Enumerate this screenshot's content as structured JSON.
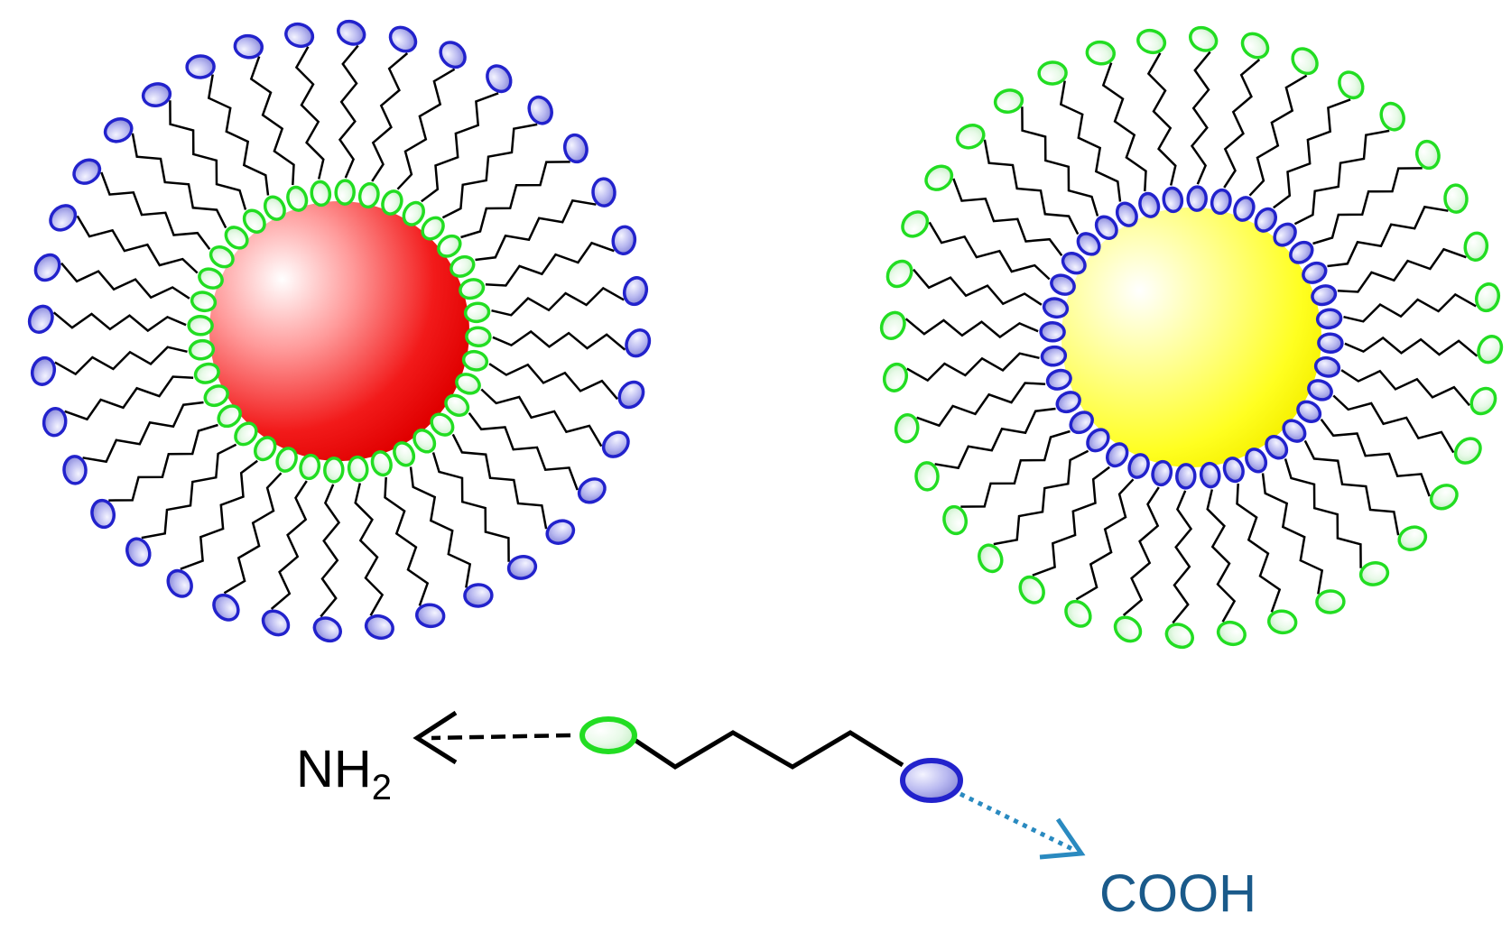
{
  "legend": {
    "nh2_base": "NH",
    "nh2_sub": "2",
    "cooh": "COOH"
  },
  "colors": {
    "amine_group": "#22dd22",
    "carboxyl_group": "#2222cc",
    "red_core": "#ee0000",
    "yellow_core": "#ffee00",
    "chain": "#000000",
    "nh2_arrow": "#000000",
    "cooh_arrow": "#2a8ac0",
    "cooh_text": "#1a5a8a"
  },
  "particles": [
    {
      "name": "red-nanoparticle",
      "core": "red",
      "inner_group": "amine",
      "outer_group": "carboxyl",
      "ligand_count": 36
    },
    {
      "name": "yellow-nanoparticle",
      "core": "yellow",
      "inner_group": "carboxyl",
      "outer_group": "amine",
      "ligand_count": 36
    }
  ]
}
